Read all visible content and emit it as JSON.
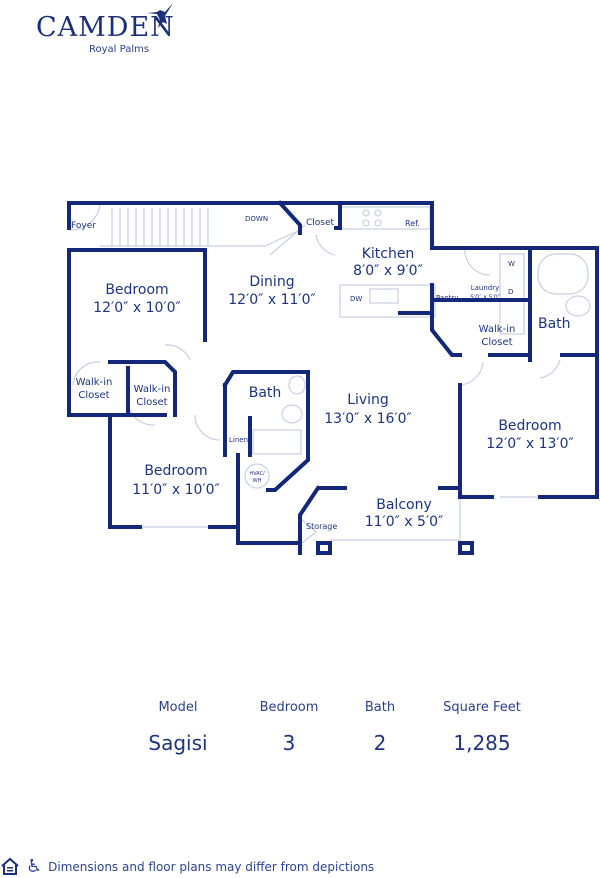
{
  "logo": {
    "brand": "CAMDEN",
    "community": "Royal Palms",
    "icon": "hummingbird-icon"
  },
  "colors": {
    "wall": "#13287a",
    "text": "#1c3483",
    "fixture": "#c5d0e4"
  },
  "floorplan": {
    "rooms": [
      {
        "name": "Foyer"
      },
      {
        "name": "Bedroom",
        "size": "12′0″ x 10′0″"
      },
      {
        "name": "Dining",
        "size": "12′0″ x 11′0″"
      },
      {
        "name": "Kitchen",
        "size": "8′0″ x 9′0″"
      },
      {
        "name": "Living",
        "size": "13′0″ x 16′0″"
      },
      {
        "name": "Bedroom",
        "size": "12′0″ x 13′0″"
      },
      {
        "name": "Bedroom",
        "size": "11′0″ x 10′0″"
      },
      {
        "name": "Balcony",
        "size": "11′0″ x 5′0″"
      },
      {
        "name": "Bath"
      },
      {
        "name": "Bath"
      },
      {
        "name": "Laundry",
        "size": "5′0″ x 5′0″"
      }
    ],
    "labels": {
      "down": "DOWN",
      "closet": "Closet",
      "ref": "Ref.",
      "dw": "DW",
      "pantry": "Pantry",
      "w": "W",
      "d": "D",
      "walkin": "Walk-in",
      "closet2": "Closet",
      "linen": "Linen",
      "hvac1": "HVAC/",
      "hvac2": "WH",
      "storage": "Storage"
    }
  },
  "specs": {
    "model": {
      "label": "Model",
      "value": "Sagisi"
    },
    "bedroom": {
      "label": "Bedroom",
      "value": "3"
    },
    "bath": {
      "label": "Bath",
      "value": "2"
    },
    "sqft": {
      "label": "Square Feet",
      "value": "1,285"
    }
  },
  "footer": {
    "disclaimer": "Dimensions and floor plans may differ from depictions",
    "icons": [
      "equal-housing-icon",
      "accessibility-icon"
    ]
  }
}
